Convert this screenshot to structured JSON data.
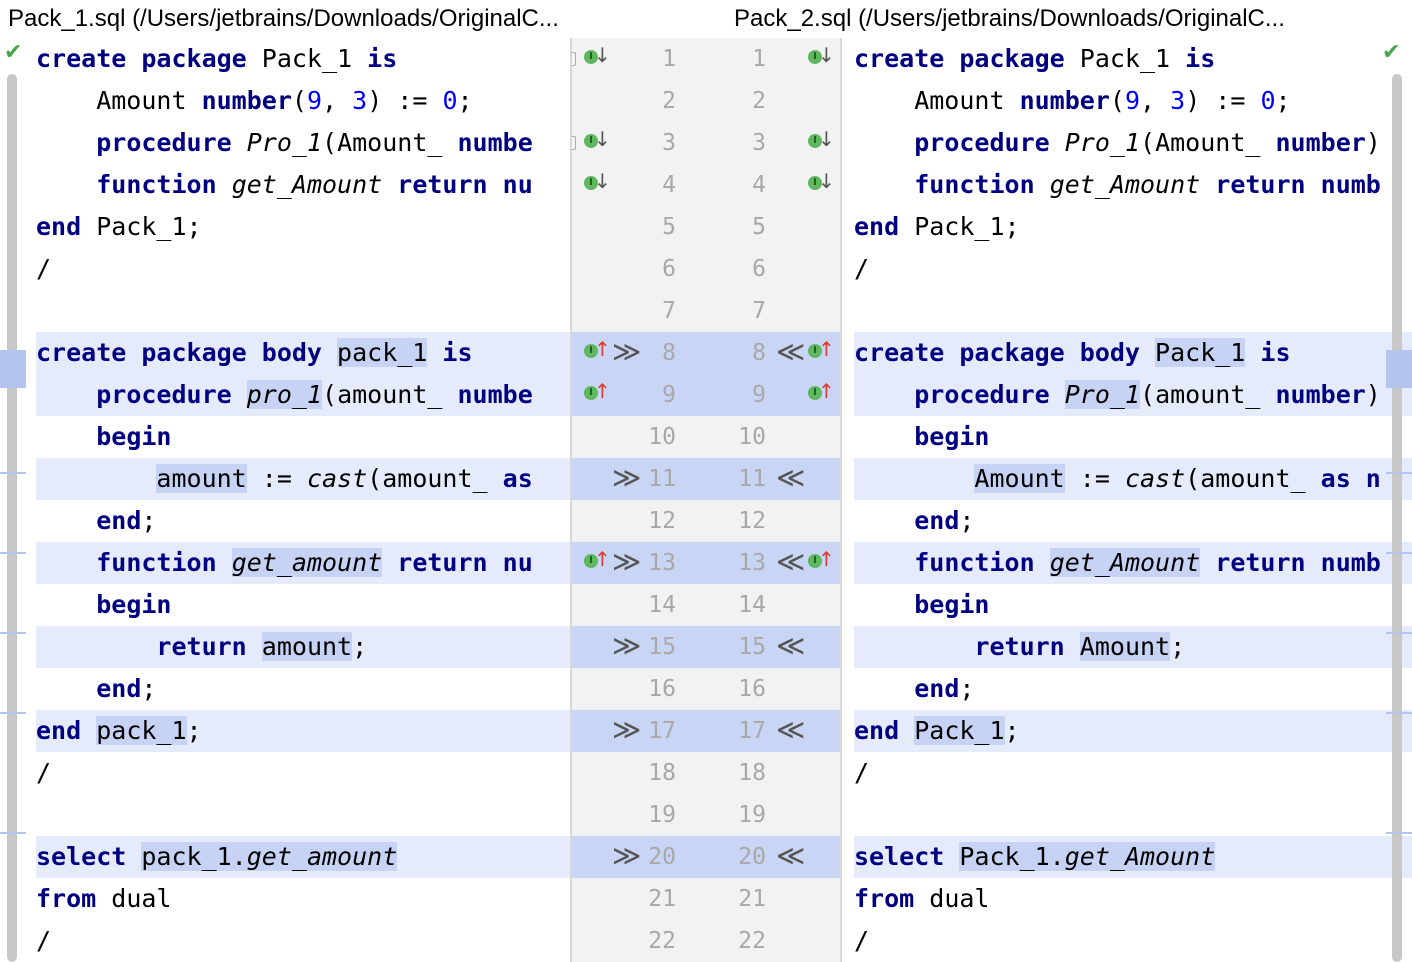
{
  "titles": {
    "left": "Pack_1.sql (/Users/jetbrains/Downloads/OriginalC...",
    "right": "Pack_2.sql (/Users/jetbrains/Downloads/OriginalC..."
  },
  "colors": {
    "keyword": "#000080",
    "number": "#0000ff",
    "changed_line": "#e6ebfb",
    "changed_word": "#c7d3f5",
    "gutter": "#f2f2f2",
    "check": "#48a548"
  },
  "icons": {
    "check": "✔",
    "apply_left": "≫",
    "apply_right": "≪",
    "implementation": "I",
    "arrow_down": "↓",
    "arrow_up": "↑"
  },
  "line_numbers": [
    "1",
    "2",
    "3",
    "4",
    "5",
    "6",
    "7",
    "8",
    "9",
    "10",
    "11",
    "12",
    "13",
    "14",
    "15",
    "16",
    "17",
    "18",
    "19",
    "20",
    "21",
    "22"
  ],
  "changed_lines": [
    8,
    9,
    11,
    13,
    15,
    17,
    20
  ],
  "left_lines": [
    "create package Pack_1 is",
    "    Amount number(9, 3) := 0;",
    "    procedure Pro_1(Amount_ numbe",
    "    function get_Amount return nu",
    "end Pack_1;",
    "/",
    "",
    "create package body pack_1 is",
    "    procedure pro_1(amount_ numbe",
    "    begin",
    "        amount := cast(amount_ as",
    "    end;",
    "    function get_amount return nu",
    "    begin",
    "        return amount;",
    "    end;",
    "end pack_1;",
    "/",
    "",
    "select pack_1.get_amount",
    "from dual",
    "/"
  ],
  "right_lines": [
    "create package Pack_1 is",
    "    Amount number(9, 3) := 0;",
    "    procedure Pro_1(Amount_ number)",
    "    function get_Amount return numb",
    "end Pack_1;",
    "/",
    "",
    "create package body Pack_1 is",
    "    procedure Pro_1(amount_ number)",
    "    begin",
    "        Amount := cast(amount_ as n",
    "    end;",
    "    function get_Amount return numb",
    "    begin",
    "        return Amount;",
    "    end;",
    "end Pack_1;",
    "/",
    "",
    "select Pack_1.get_Amount",
    "from dual",
    "/"
  ]
}
